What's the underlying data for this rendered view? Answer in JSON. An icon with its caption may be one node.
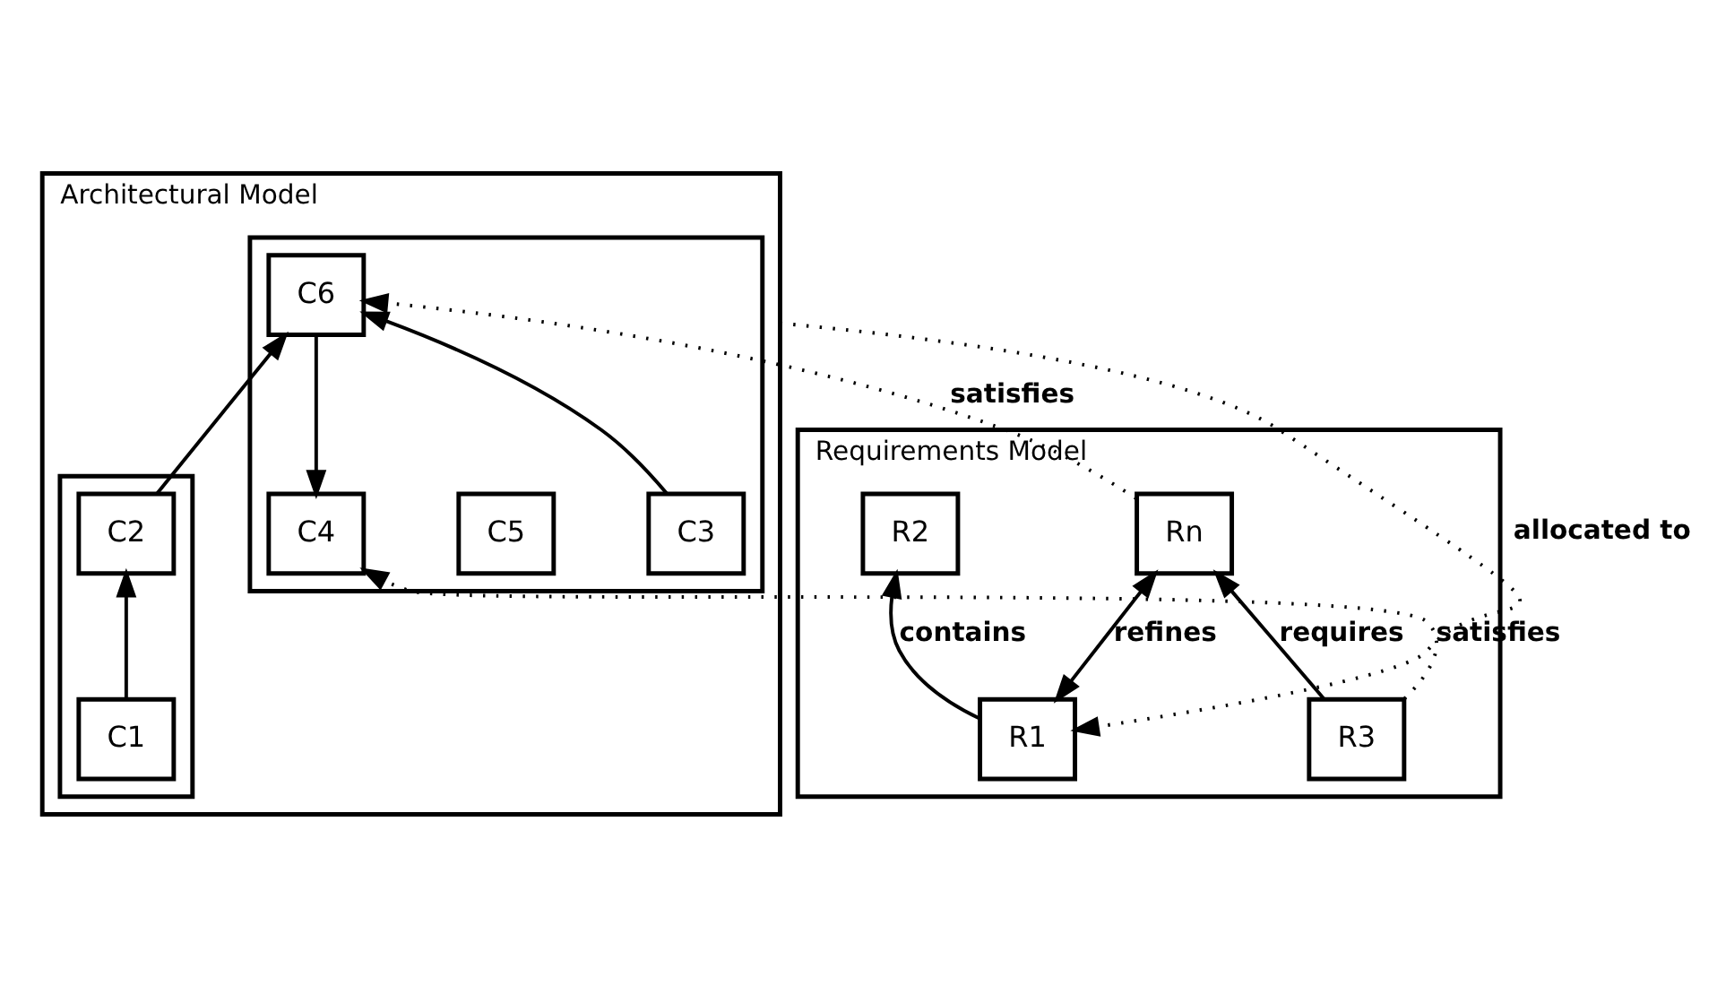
{
  "diagram": {
    "nodes": [
      {
        "text": [
          "Requirements Model"
        ]
      },
      {
        "text": [
          "Rn"
        ],
        "in": 0
      },
      {
        "text": [
          "R2"
        ],
        "in": 0
      },
      {
        "text": [
          "R3"
        ],
        "in": 0
      },
      {
        "text": [
          "R1"
        ],
        "in": 0
      },
      {
        "text": [
          "Architectural Model"
        ]
      },
      {
        "text": [],
        "shape": "box",
        "in": 5
      },
      {
        "text": [
          "C6"
        ],
        "in": 6
      },
      {
        "text": [
          "C3"
        ],
        "in": 6
      },
      {
        "text": [
          "C5"
        ],
        "in": 6
      },
      {
        "text": [
          "C4"
        ],
        "in": 6
      },
      {
        "text": [],
        "shape": "box",
        "in": 5
      },
      {
        "text": [
          "C2"
        ],
        "in": 11
      },
      {
        "text": [
          "C1"
        ],
        "in": 11
      }
    ],
    "edges": [
      {
        "from": 1,
        "to": 7,
        "arrow": "to",
        "label": "satisfies",
        "style": "dashed"
      },
      {
        "from": 3,
        "to": 1,
        "arrow": "to",
        "label": "requires"
      },
      {
        "from": 1,
        "to": 4,
        "arrow": "both",
        "label": "refines"
      },
      {
        "from": 3,
        "to": 10,
        "arrow": "to",
        "label": "satisfies",
        "style": "dashed"
      },
      {
        "from": 4,
        "to": 2,
        "arrow": "to",
        "label": "contains"
      },
      {
        "from": 8,
        "to": 7,
        "arrow": "to"
      },
      {
        "from": 7,
        "to": 10,
        "arrow": "to"
      },
      {
        "from": 12,
        "to": 7,
        "arrow": "to"
      },
      {
        "from": 13,
        "to": 12,
        "arrow": "to"
      },
      {
        "from": 5,
        "to": 4,
        "arrow": "to",
        "label": "allocated to",
        "style": "dashed"
      }
    ]
  }
}
